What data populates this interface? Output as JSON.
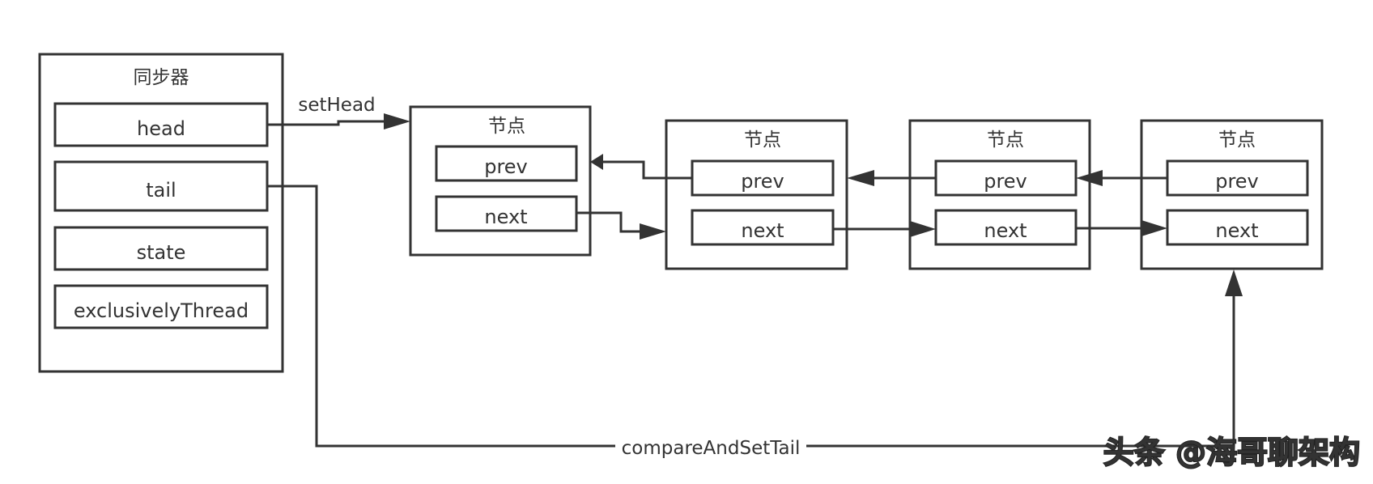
{
  "synchronizer": {
    "title": "同步器",
    "fields": {
      "head": "head",
      "tail": "tail",
      "state": "state",
      "exclusive_thread": "exclusivelyThread"
    }
  },
  "nodes": [
    {
      "title": "节点",
      "prev": "prev",
      "next": "next"
    },
    {
      "title": "节点",
      "prev": "prev",
      "next": "next"
    },
    {
      "title": "节点",
      "prev": "prev",
      "next": "next"
    },
    {
      "title": "节点",
      "prev": "prev",
      "next": "next"
    }
  ],
  "edges": {
    "set_head": "setHead",
    "compare_and_set_tail": "compareAndSetTail"
  },
  "watermark": "头条 @海哥聊架构",
  "colors": {
    "stroke": "#333333",
    "background": "#ffffff"
  }
}
